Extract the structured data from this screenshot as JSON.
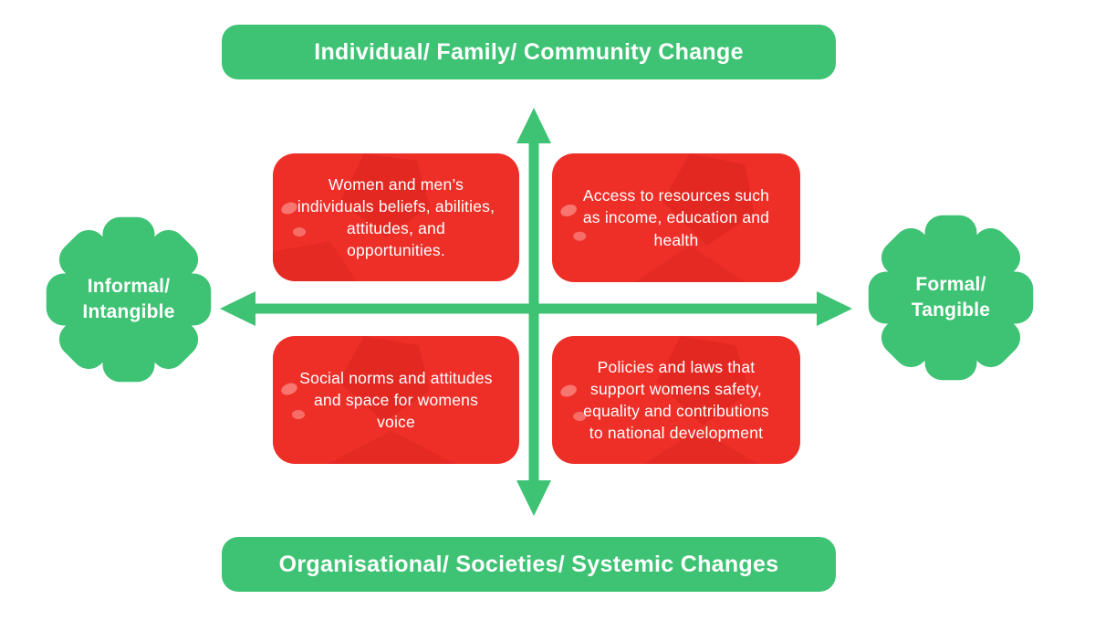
{
  "colors": {
    "green": "#3ec374",
    "red": "#ee2f28",
    "red-dark": "#d8211b",
    "red-light": "#f8837c",
    "white": "#ffffff"
  },
  "banners": {
    "top": "Individual/ Family/ Community Change",
    "bottom": "Organisational/ Societies/ Systemic Changes"
  },
  "axis_labels": {
    "left": {
      "line1": "Informal/",
      "line2": "Intangible"
    },
    "right": {
      "line1": "Formal/",
      "line2": "Tangible"
    }
  },
  "quadrants": [
    {
      "position": "top-left",
      "text": "Women and men’s individuals beliefs, abilities, attitudes, and opportunities."
    },
    {
      "position": "top-right",
      "text": "Access to resources such as income, education and health"
    },
    {
      "position": "bottom-left",
      "text": "Social norms and attitudes and space for womens voice"
    },
    {
      "position": "bottom-right",
      "text": "Policies and laws that support womens safety, equality and contributions to national development"
    }
  ]
}
